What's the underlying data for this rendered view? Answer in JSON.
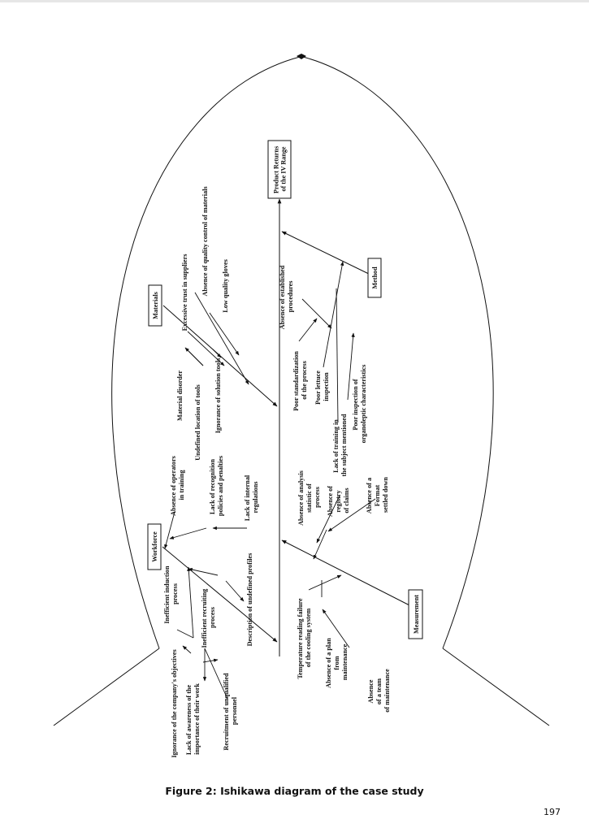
{
  "diagram": {
    "effect": [
      "Product Returns",
      "of the IV Range"
    ],
    "categories": {
      "materials": "Materials",
      "method": "Method",
      "workforce": "Workforce",
      "measurement": "Measurement"
    },
    "causes": {
      "materials": {
        "excessive_trust": "Excessive trust in suppliers",
        "absence_quality_control": "Absence of quality control of materials",
        "low_quality_gloves": "Low quality gloves",
        "material_disorder": "Material disorder",
        "undefined_location": "Undefined location of tools",
        "ignorance_solution_tools": "Ignorance of solution tools"
      },
      "method": {
        "absence_procedures": [
          "Absence of established",
          "procedures"
        ],
        "poor_standardization": [
          "Poor standardization",
          "of the process"
        ],
        "poor_lettuce": [
          "Poor lettuce",
          "inspection"
        ],
        "lack_training": [
          "Lack of training in",
          "the subject mentioned"
        ],
        "poor_organoleptic": [
          "Poor inspection of",
          "organoleptic characteristics"
        ]
      },
      "workforce": {
        "absence_operators_training": [
          "Absence of operators",
          "in training"
        ],
        "lack_recognition": [
          "Lack of recognition",
          "policies and penalties"
        ],
        "lack_internal_regulations": [
          "Lack of internal",
          "regulations"
        ],
        "description_undefined_profiles": "Description of undefined profiles",
        "inefficient_induction": [
          "Inefficient induction",
          "process"
        ],
        "inefficient_recruiting": [
          "Inefficient recruiting",
          "process"
        ],
        "ignorance_objectives": "Ignorance of the company's objectives",
        "lack_awareness": [
          "Lack of awareness of the",
          "importance of their work"
        ],
        "recruitment_unqualified": [
          "Recruitment of unqualified",
          "personnel"
        ]
      },
      "measurement": {
        "absence_analysis": [
          "Absence of analysis",
          "statistic of",
          "process"
        ],
        "absence_registry": [
          "Absence of",
          "registry",
          "of claims"
        ],
        "absence_format": [
          "Absence of a",
          "Format",
          "settled down"
        ],
        "temperature_failure": [
          "Temperature reading failure",
          "of the cooling system"
        ],
        "absence_plan": [
          "Absence of a plan",
          "from",
          "maintenance"
        ],
        "absence_team": [
          "Absence",
          "of a team",
          "of maintenance"
        ]
      }
    }
  },
  "caption": "Figure 2: Ishikawa diagram of the case study",
  "page_number": "197"
}
